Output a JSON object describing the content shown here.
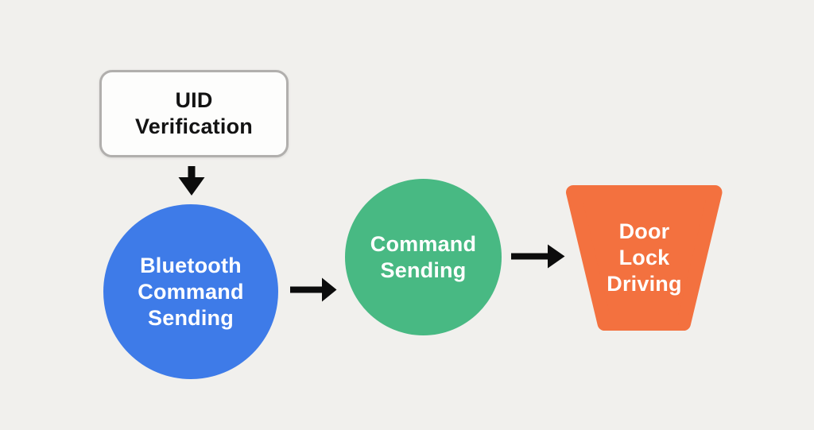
{
  "diagram": {
    "background_color": "#F1F0ED",
    "arrow_color": "#0C0C0C",
    "nodes": [
      {
        "id": "uid-verification",
        "shape": "rounded-rectangle",
        "fill_color": "#FDFDFC",
        "border_color": "#B1AFAD",
        "text_color": "#131313",
        "lines": [
          "UID",
          "Verification"
        ]
      },
      {
        "id": "bluetooth-command-sending",
        "shape": "circle",
        "fill_color": "#3E7BE8",
        "text_color": "#FFFFFF",
        "lines": [
          "Bluetooth",
          "Command",
          "Sending"
        ]
      },
      {
        "id": "command-sending",
        "shape": "circle",
        "fill_color": "#48B983",
        "text_color": "#FFFFFF",
        "lines": [
          "Command",
          "Sending"
        ]
      },
      {
        "id": "door-lock-driving",
        "shape": "trapezoid",
        "fill_color": "#F3713F",
        "text_color": "#FFFFFF",
        "lines": [
          "Door",
          "Lock",
          "Driving"
        ]
      }
    ],
    "arrows": [
      {
        "id": "arrow-uid-to-bluetooth",
        "direction": "down"
      },
      {
        "id": "arrow-bluetooth-to-command",
        "direction": "right"
      },
      {
        "id": "arrow-command-to-doorlock",
        "direction": "right"
      }
    ]
  }
}
